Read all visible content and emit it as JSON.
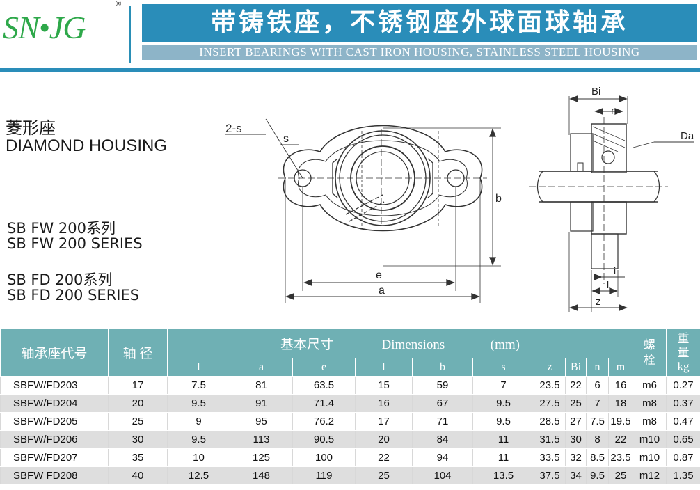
{
  "header": {
    "logo_text": "SN•JG",
    "logo_registered": "®",
    "title_cn": "带铸铁座，不锈钢座外球面球轴承",
    "title_en": "INSERT BEARINGS WITH  CAST IRON HOUSING, STAINLESS STEEL HOUSING"
  },
  "product": {
    "housing_cn": "菱形座",
    "housing_en": "DIAMOND HOUSING",
    "series": [
      "SB FW  200系列",
      "SB FW  200 SERIES",
      "SB FD  200系列",
      "SB FD  200 SERIES"
    ]
  },
  "drawing_labels": {
    "two_s": "2-s",
    "s": "s",
    "b": "b",
    "e": "e",
    "a": "a",
    "Bi": "Bi",
    "n": "n",
    "Da": "Da",
    "i": "i",
    "l": "l",
    "z": "z"
  },
  "table": {
    "header": {
      "model": "轴承座代号",
      "shaft": "轴  径",
      "basic_dims": "基本尺寸",
      "dimensions": "Dimensions",
      "unit": "(mm)",
      "bolt": "螺栓",
      "weight": "重量",
      "weight_unit": "kg"
    },
    "sub_columns": [
      "l",
      "a",
      "e",
      "l",
      "b",
      "s",
      "z",
      "Bi",
      "n",
      "m"
    ],
    "rows": [
      [
        "SBFW/FD203",
        "17",
        "7.5",
        "81",
        "63.5",
        "15",
        "59",
        "7",
        "23.5",
        "22",
        "6",
        "16",
        "m6",
        "0.27"
      ],
      [
        "SBFW/FD204",
        "20",
        "9.5",
        "91",
        "71.4",
        "16",
        "67",
        "9.5",
        "27.5",
        "25",
        "7",
        "18",
        "m8",
        "0.37"
      ],
      [
        "SBFW/FD205",
        "25",
        "9",
        "95",
        "76.2",
        "17",
        "71",
        "9.5",
        "28.5",
        "27",
        "7.5",
        "19.5",
        "m8",
        "0.47"
      ],
      [
        "SBFW/FD206",
        "30",
        "9.5",
        "113",
        "90.5",
        "20",
        "84",
        "11",
        "31.5",
        "30",
        "8",
        "22",
        "m10",
        "0.65"
      ],
      [
        "SBFW/FD207",
        "35",
        "10",
        "125",
        "100",
        "22",
        "94",
        "11",
        "33.5",
        "32",
        "8.5",
        "23.5",
        "m10",
        "0.87"
      ],
      [
        "SBFW  FD208",
        "40",
        "12.5",
        "148",
        "119",
        "25",
        "104",
        "13.5",
        "37.5",
        "34",
        "9.5",
        "25",
        "m12",
        "1.35"
      ]
    ]
  },
  "colors": {
    "brand_green": "#2ea84a",
    "header_blue": "#2a8db9",
    "header_light": "#8db4c8",
    "table_header": "#6fb0b4"
  }
}
